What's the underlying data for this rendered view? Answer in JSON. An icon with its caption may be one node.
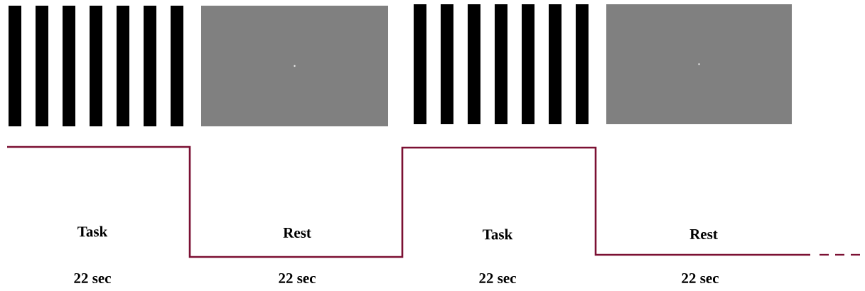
{
  "diagram": {
    "labels": [
      "Task",
      "Rest",
      "Task",
      "Rest",
      "22 sec",
      "22 sec",
      "22 sec",
      "22 sec"
    ]
  }
}
